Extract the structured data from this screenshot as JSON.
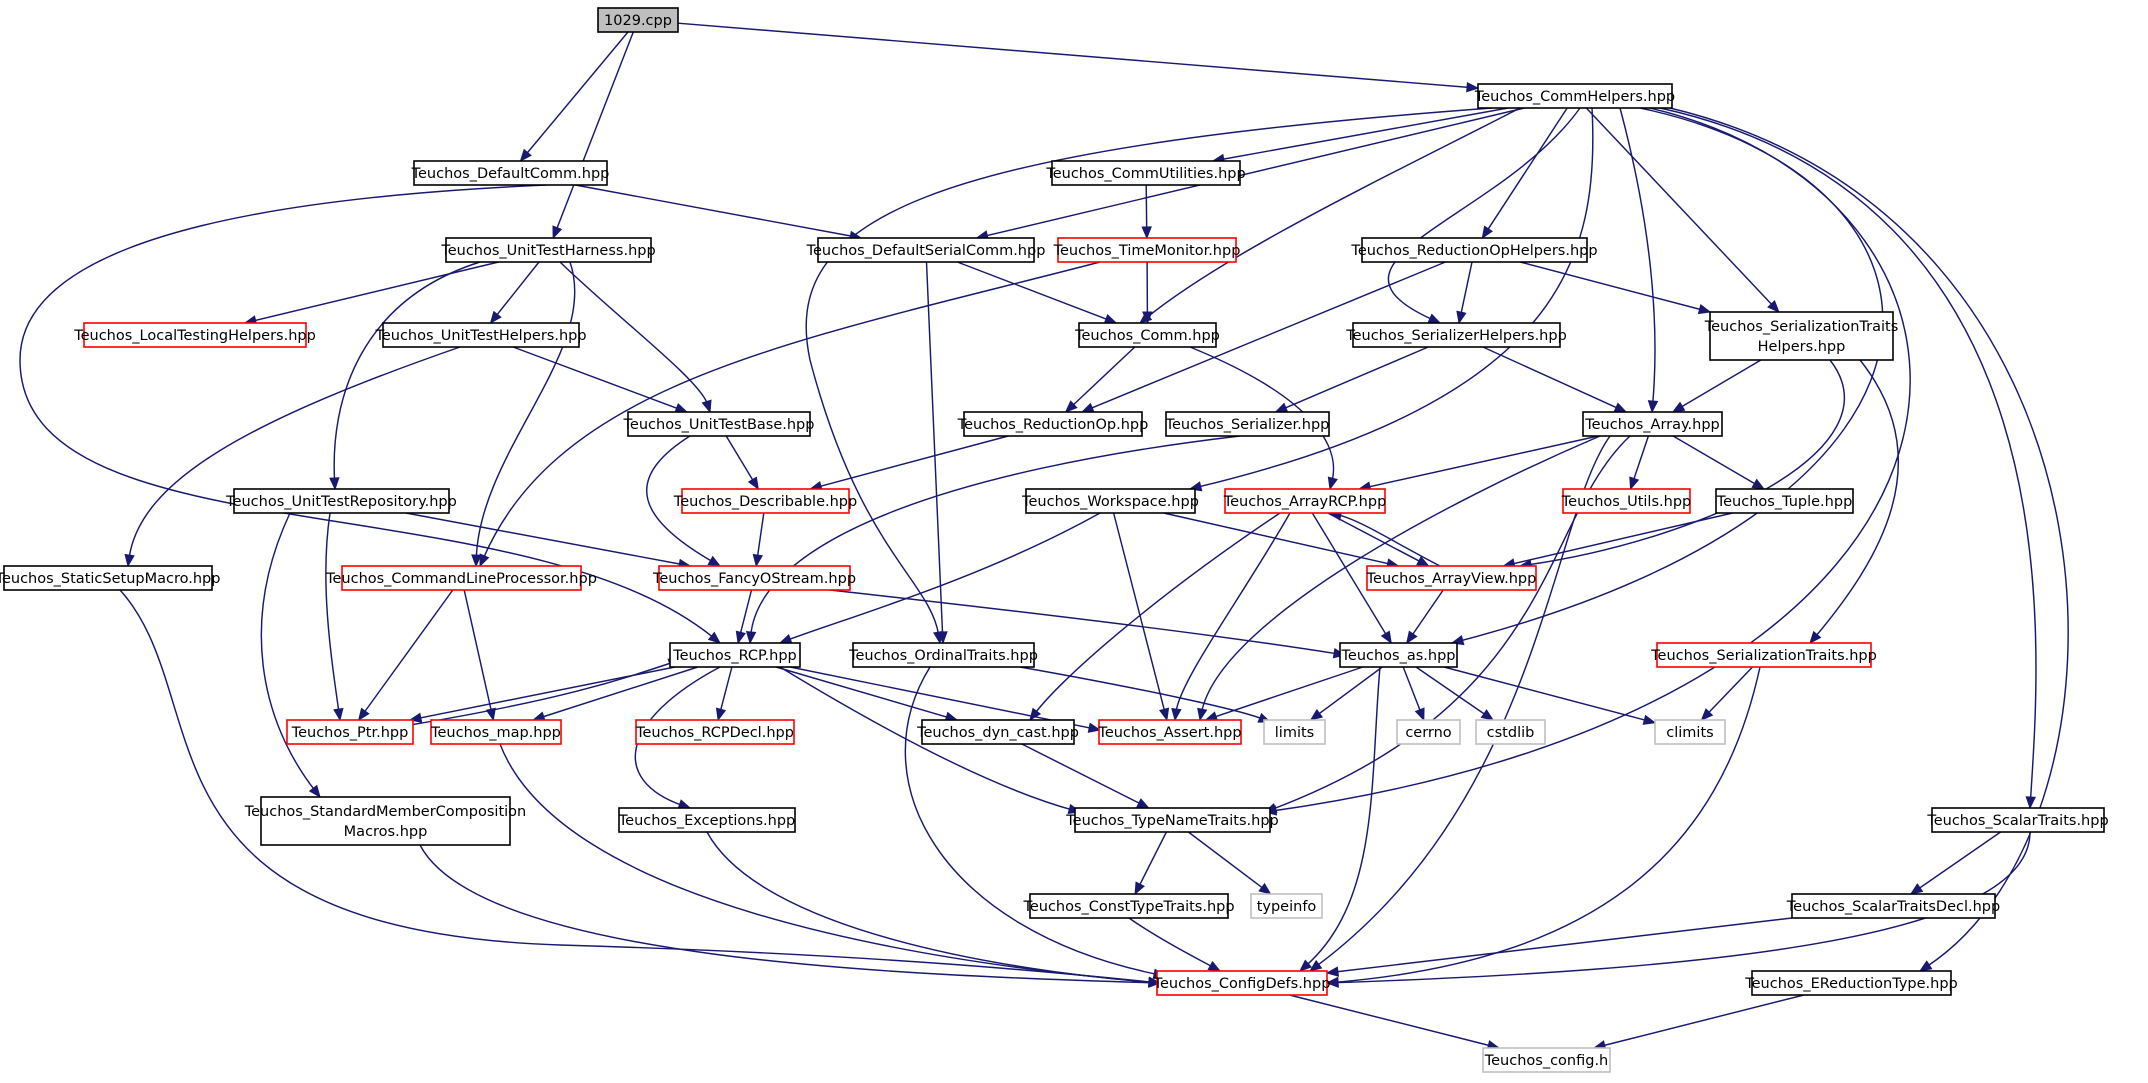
{
  "colors": {
    "edge": "#191970",
    "border_normal": "#000000",
    "border_missing": "#ff0000",
    "border_system": "#bfbfbf",
    "root_fill": "#bfbfbf",
    "fill": "#ffffff"
  },
  "nodes": [
    {
      "id": "n1029",
      "lines": [
        "1029.cpp"
      ],
      "kind": "root"
    },
    {
      "id": "commhelpers",
      "lines": [
        "Teuchos_CommHelpers.hpp"
      ],
      "kind": "normal"
    },
    {
      "id": "defaultcomm",
      "lines": [
        "Teuchos_DefaultComm.hpp"
      ],
      "kind": "normal"
    },
    {
      "id": "commutilities",
      "lines": [
        "Teuchos_CommUtilities.hpp"
      ],
      "kind": "normal"
    },
    {
      "id": "unittestharness",
      "lines": [
        "Teuchos_UnitTestHarness.hpp"
      ],
      "kind": "normal"
    },
    {
      "id": "defaultserialcomm",
      "lines": [
        "Teuchos_DefaultSerialComm.hpp"
      ],
      "kind": "normal"
    },
    {
      "id": "timemonitor",
      "lines": [
        "Teuchos_TimeMonitor.hpp"
      ],
      "kind": "missing"
    },
    {
      "id": "reductionophelpers",
      "lines": [
        "Teuchos_ReductionOpHelpers.hpp"
      ],
      "kind": "normal"
    },
    {
      "id": "localtestinghelpers",
      "lines": [
        "Teuchos_LocalTestingHelpers.hpp"
      ],
      "kind": "missing"
    },
    {
      "id": "unittesthelpers",
      "lines": [
        "Teuchos_UnitTestHelpers.hpp"
      ],
      "kind": "normal"
    },
    {
      "id": "comm",
      "lines": [
        "Teuchos_Comm.hpp"
      ],
      "kind": "normal"
    },
    {
      "id": "serializerhelpers",
      "lines": [
        "Teuchos_SerializerHelpers.hpp"
      ],
      "kind": "normal"
    },
    {
      "id": "serializationtraitshelpers",
      "lines": [
        "Teuchos_SerializationTraits",
        "Helpers.hpp"
      ],
      "kind": "normal"
    },
    {
      "id": "unittestbase",
      "lines": [
        "Teuchos_UnitTestBase.hpp"
      ],
      "kind": "normal"
    },
    {
      "id": "reductionop",
      "lines": [
        "Teuchos_ReductionOp.hpp"
      ],
      "kind": "normal"
    },
    {
      "id": "serializer",
      "lines": [
        "Teuchos_Serializer.hpp"
      ],
      "kind": "normal"
    },
    {
      "id": "array",
      "lines": [
        "Teuchos_Array.hpp"
      ],
      "kind": "normal"
    },
    {
      "id": "unittestrepository",
      "lines": [
        "Teuchos_UnitTestRepository.hpp"
      ],
      "kind": "normal"
    },
    {
      "id": "describable",
      "lines": [
        "Teuchos_Describable.hpp"
      ],
      "kind": "missing"
    },
    {
      "id": "workspace",
      "lines": [
        "Teuchos_Workspace.hpp"
      ],
      "kind": "normal"
    },
    {
      "id": "arrayrcp",
      "lines": [
        "Teuchos_ArrayRCP.hpp"
      ],
      "kind": "missing"
    },
    {
      "id": "utils",
      "lines": [
        "Teuchos_Utils.hpp"
      ],
      "kind": "missing"
    },
    {
      "id": "tuple",
      "lines": [
        "Teuchos_Tuple.hpp"
      ],
      "kind": "normal"
    },
    {
      "id": "staticsetupmacro",
      "lines": [
        "Teuchos_StaticSetupMacro.hpp"
      ],
      "kind": "normal"
    },
    {
      "id": "commandlineprocessor",
      "lines": [
        "Teuchos_CommandLineProcessor.hpp"
      ],
      "kind": "missing"
    },
    {
      "id": "fancyostream",
      "lines": [
        "Teuchos_FancyOStream.hpp"
      ],
      "kind": "missing"
    },
    {
      "id": "arrayview",
      "lines": [
        "Teuchos_ArrayView.hpp"
      ],
      "kind": "missing"
    },
    {
      "id": "rcp",
      "lines": [
        "Teuchos_RCP.hpp"
      ],
      "kind": "normal"
    },
    {
      "id": "ordinaltraits",
      "lines": [
        "Teuchos_OrdinalTraits.hpp"
      ],
      "kind": "normal"
    },
    {
      "id": "as",
      "lines": [
        "Teuchos_as.hpp"
      ],
      "kind": "normal"
    },
    {
      "id": "serializationtraits",
      "lines": [
        "Teuchos_SerializationTraits.hpp"
      ],
      "kind": "missing"
    },
    {
      "id": "ptr",
      "lines": [
        "Teuchos_Ptr.hpp"
      ],
      "kind": "missing"
    },
    {
      "id": "map",
      "lines": [
        "Teuchos_map.hpp"
      ],
      "kind": "missing"
    },
    {
      "id": "rcpdecl",
      "lines": [
        "Teuchos_RCPDecl.hpp"
      ],
      "kind": "missing"
    },
    {
      "id": "dyncast",
      "lines": [
        "Teuchos_dyn_cast.hpp"
      ],
      "kind": "normal"
    },
    {
      "id": "assert",
      "lines": [
        "Teuchos_Assert.hpp"
      ],
      "kind": "missing"
    },
    {
      "id": "limits1",
      "lines": [
        "limits"
      ],
      "kind": "system"
    },
    {
      "id": "cerrno",
      "lines": [
        "cerrno"
      ],
      "kind": "system"
    },
    {
      "id": "cstdlib",
      "lines": [
        "cstdlib"
      ],
      "kind": "system"
    },
    {
      "id": "climits",
      "lines": [
        "climits"
      ],
      "kind": "system"
    },
    {
      "id": "stdmembercomp",
      "lines": [
        "Teuchos_StandardMemberComposition",
        "Macros.hpp"
      ],
      "kind": "normal"
    },
    {
      "id": "exceptions",
      "lines": [
        "Teuchos_Exceptions.hpp"
      ],
      "kind": "normal"
    },
    {
      "id": "typenametraits",
      "lines": [
        "Teuchos_TypeNameTraits.hpp"
      ],
      "kind": "normal"
    },
    {
      "id": "scalartraits",
      "lines": [
        "Teuchos_ScalarTraits.hpp"
      ],
      "kind": "normal"
    },
    {
      "id": "consttypetraits",
      "lines": [
        "Teuchos_ConstTypeTraits.hpp"
      ],
      "kind": "normal"
    },
    {
      "id": "typeinfo",
      "lines": [
        "typeinfo"
      ],
      "kind": "system"
    },
    {
      "id": "scalartraitsdecl",
      "lines": [
        "Teuchos_ScalarTraitsDecl.hpp"
      ],
      "kind": "normal"
    },
    {
      "id": "configdefs",
      "lines": [
        "Teuchos_ConfigDefs.hpp"
      ],
      "kind": "missing"
    },
    {
      "id": "ereductiontype",
      "lines": [
        "Teuchos_EReductionType.hpp"
      ],
      "kind": "normal"
    },
    {
      "id": "config",
      "lines": [
        "Teuchos_config.h"
      ],
      "kind": "system"
    }
  ],
  "edges": [
    [
      "n1029",
      "commhelpers"
    ],
    [
      "n1029",
      "defaultcomm"
    ],
    [
      "n1029",
      "unittestharness"
    ],
    [
      "commhelpers",
      "defaultserialcomm"
    ],
    [
      "commhelpers",
      "commutilities"
    ],
    [
      "commhelpers",
      "reductionophelpers"
    ],
    [
      "commhelpers",
      "comm"
    ],
    [
      "commhelpers",
      "serializerhelpers"
    ],
    [
      "commhelpers",
      "serializationtraitshelpers"
    ],
    [
      "commhelpers",
      "array"
    ],
    [
      "commhelpers",
      "workspace"
    ],
    [
      "commhelpers",
      "ordinaltraits"
    ],
    [
      "commhelpers",
      "as"
    ],
    [
      "commhelpers",
      "typenametraits"
    ],
    [
      "commhelpers",
      "scalartraits"
    ],
    [
      "commhelpers",
      "ereductiontype"
    ],
    [
      "defaultcomm",
      "defaultserialcomm"
    ],
    [
      "defaultcomm",
      "rcp"
    ],
    [
      "commutilities",
      "timemonitor"
    ],
    [
      "unittestharness",
      "localtestinghelpers"
    ],
    [
      "unittestharness",
      "unittesthelpers"
    ],
    [
      "unittestharness",
      "unittestbase"
    ],
    [
      "unittestharness",
      "unittestrepository"
    ],
    [
      "unittestharness",
      "commandlineprocessor"
    ],
    [
      "defaultserialcomm",
      "comm"
    ],
    [
      "defaultserialcomm",
      "ordinaltraits"
    ],
    [
      "timemonitor",
      "comm"
    ],
    [
      "timemonitor",
      "commandlineprocessor"
    ],
    [
      "reductionophelpers",
      "serializerhelpers"
    ],
    [
      "reductionophelpers",
      "serializationtraitshelpers"
    ],
    [
      "reductionophelpers",
      "reductionop"
    ],
    [
      "unittesthelpers",
      "unittestbase"
    ],
    [
      "unittesthelpers",
      "staticsetupmacro"
    ],
    [
      "comm",
      "reductionop"
    ],
    [
      "comm",
      "arrayrcp"
    ],
    [
      "serializerhelpers",
      "serializer"
    ],
    [
      "serializerhelpers",
      "array"
    ],
    [
      "serializationtraitshelpers",
      "array"
    ],
    [
      "serializationtraitshelpers",
      "arrayview"
    ],
    [
      "serializationtraitshelpers",
      "serializationtraits"
    ],
    [
      "unittestbase",
      "describable"
    ],
    [
      "unittestbase",
      "fancyostream"
    ],
    [
      "reductionop",
      "describable"
    ],
    [
      "serializer",
      "rcp"
    ],
    [
      "array",
      "arrayrcp"
    ],
    [
      "array",
      "utils"
    ],
    [
      "array",
      "tuple"
    ],
    [
      "array",
      "assert"
    ],
    [
      "array",
      "typenametraits"
    ],
    [
      "array",
      "configdefs"
    ],
    [
      "unittestrepository",
      "fancyostream"
    ],
    [
      "unittestrepository",
      "ptr"
    ],
    [
      "unittestrepository",
      "stdmembercomp"
    ],
    [
      "describable",
      "fancyostream"
    ],
    [
      "workspace",
      "rcp"
    ],
    [
      "workspace",
      "arrayview"
    ],
    [
      "workspace",
      "assert"
    ],
    [
      "arrayrcp",
      "arrayview"
    ],
    [
      "arrayrcp",
      "as"
    ],
    [
      "arrayrcp",
      "dyncast"
    ],
    [
      "arrayrcp",
      "assert"
    ],
    [
      "tuple",
      "arrayview"
    ],
    [
      "staticsetupmacro",
      "configdefs"
    ],
    [
      "commandlineprocessor",
      "ptr"
    ],
    [
      "commandlineprocessor",
      "map"
    ],
    [
      "fancyostream",
      "rcp"
    ],
    [
      "fancyostream",
      "as"
    ],
    [
      "arrayview",
      "arrayrcp"
    ],
    [
      "arrayview",
      "as"
    ],
    [
      "rcp",
      "ptr"
    ],
    [
      "rcp",
      "map"
    ],
    [
      "rcp",
      "rcpdecl"
    ],
    [
      "rcp",
      "dyncast"
    ],
    [
      "rcp",
      "assert"
    ],
    [
      "rcp",
      "exceptions"
    ],
    [
      "rcp",
      "typenametraits"
    ],
    [
      "ordinaltraits",
      "limits1"
    ],
    [
      "ordinaltraits",
      "configdefs"
    ],
    [
      "as",
      "assert"
    ],
    [
      "as",
      "limits1"
    ],
    [
      "as",
      "cerrno"
    ],
    [
      "as",
      "cstdlib"
    ],
    [
      "as",
      "climits"
    ],
    [
      "as",
      "configdefs"
    ],
    [
      "serializationtraits",
      "climits"
    ],
    [
      "serializationtraits",
      "configdefs"
    ],
    [
      "ptr",
      "rcp"
    ],
    [
      "map",
      "configdefs"
    ],
    [
      "dyncast",
      "typenametraits"
    ],
    [
      "stdmembercomp",
      "configdefs"
    ],
    [
      "exceptions",
      "configdefs"
    ],
    [
      "typenametraits",
      "consttypetraits"
    ],
    [
      "typenametraits",
      "typeinfo"
    ],
    [
      "scalartraits",
      "scalartraitsdecl"
    ],
    [
      "scalartraits",
      "configdefs"
    ],
    [
      "consttypetraits",
      "configdefs"
    ],
    [
      "scalartraitsdecl",
      "configdefs"
    ],
    [
      "configdefs",
      "config"
    ],
    [
      "ereductiontype",
      "config"
    ]
  ]
}
